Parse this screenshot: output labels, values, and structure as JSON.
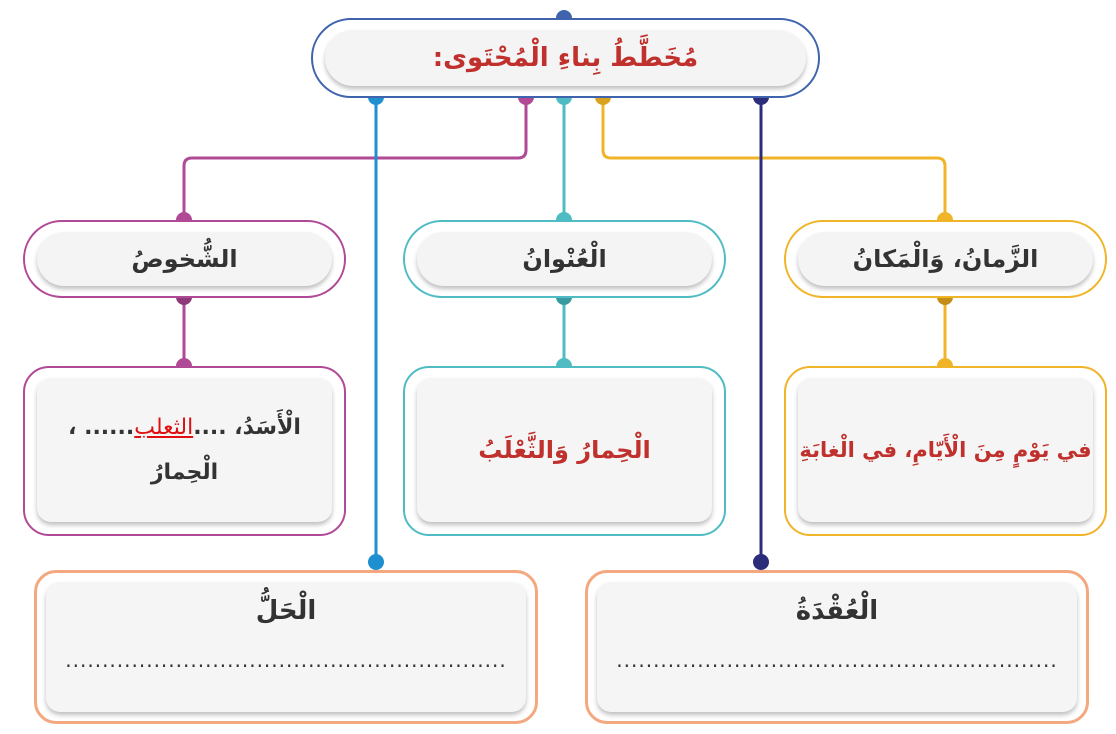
{
  "title": "مُخَطَّطُ بِناءِ الْمُحْتَوى:",
  "nodes": {
    "characters": {
      "heading": "الشُّخوصُ",
      "line1_start": "الْأَسَدُ، ....",
      "handwritten": "الثعلب",
      "line1_end": "...... ،",
      "line2": "الْحِمارُ"
    },
    "title_node": {
      "heading": "الْعُنْوانُ",
      "content": "الْحِمارُ وَالثَّعْلَبُ"
    },
    "setting": {
      "heading": "الزَّمانُ، وَالْمَكانُ",
      "content": "في يَوْمٍ مِنَ الْأَيّامِ، في الْغابَةِ"
    },
    "resolution": {
      "heading": "الْحَلُّ",
      "blank": "............................................................"
    },
    "conflict": {
      "heading": "الْعُقْدَةُ",
      "blank": "............................................................"
    }
  },
  "colors": {
    "title": "#3f63ad",
    "characters": "#b04a97",
    "title_node": "#4fbcc4",
    "setting": "#f0b429",
    "resolution": "#1e90d0",
    "conflict": "#2b2d7a",
    "bottom_border": "#f3a87f",
    "red_text": "#c0302c"
  }
}
